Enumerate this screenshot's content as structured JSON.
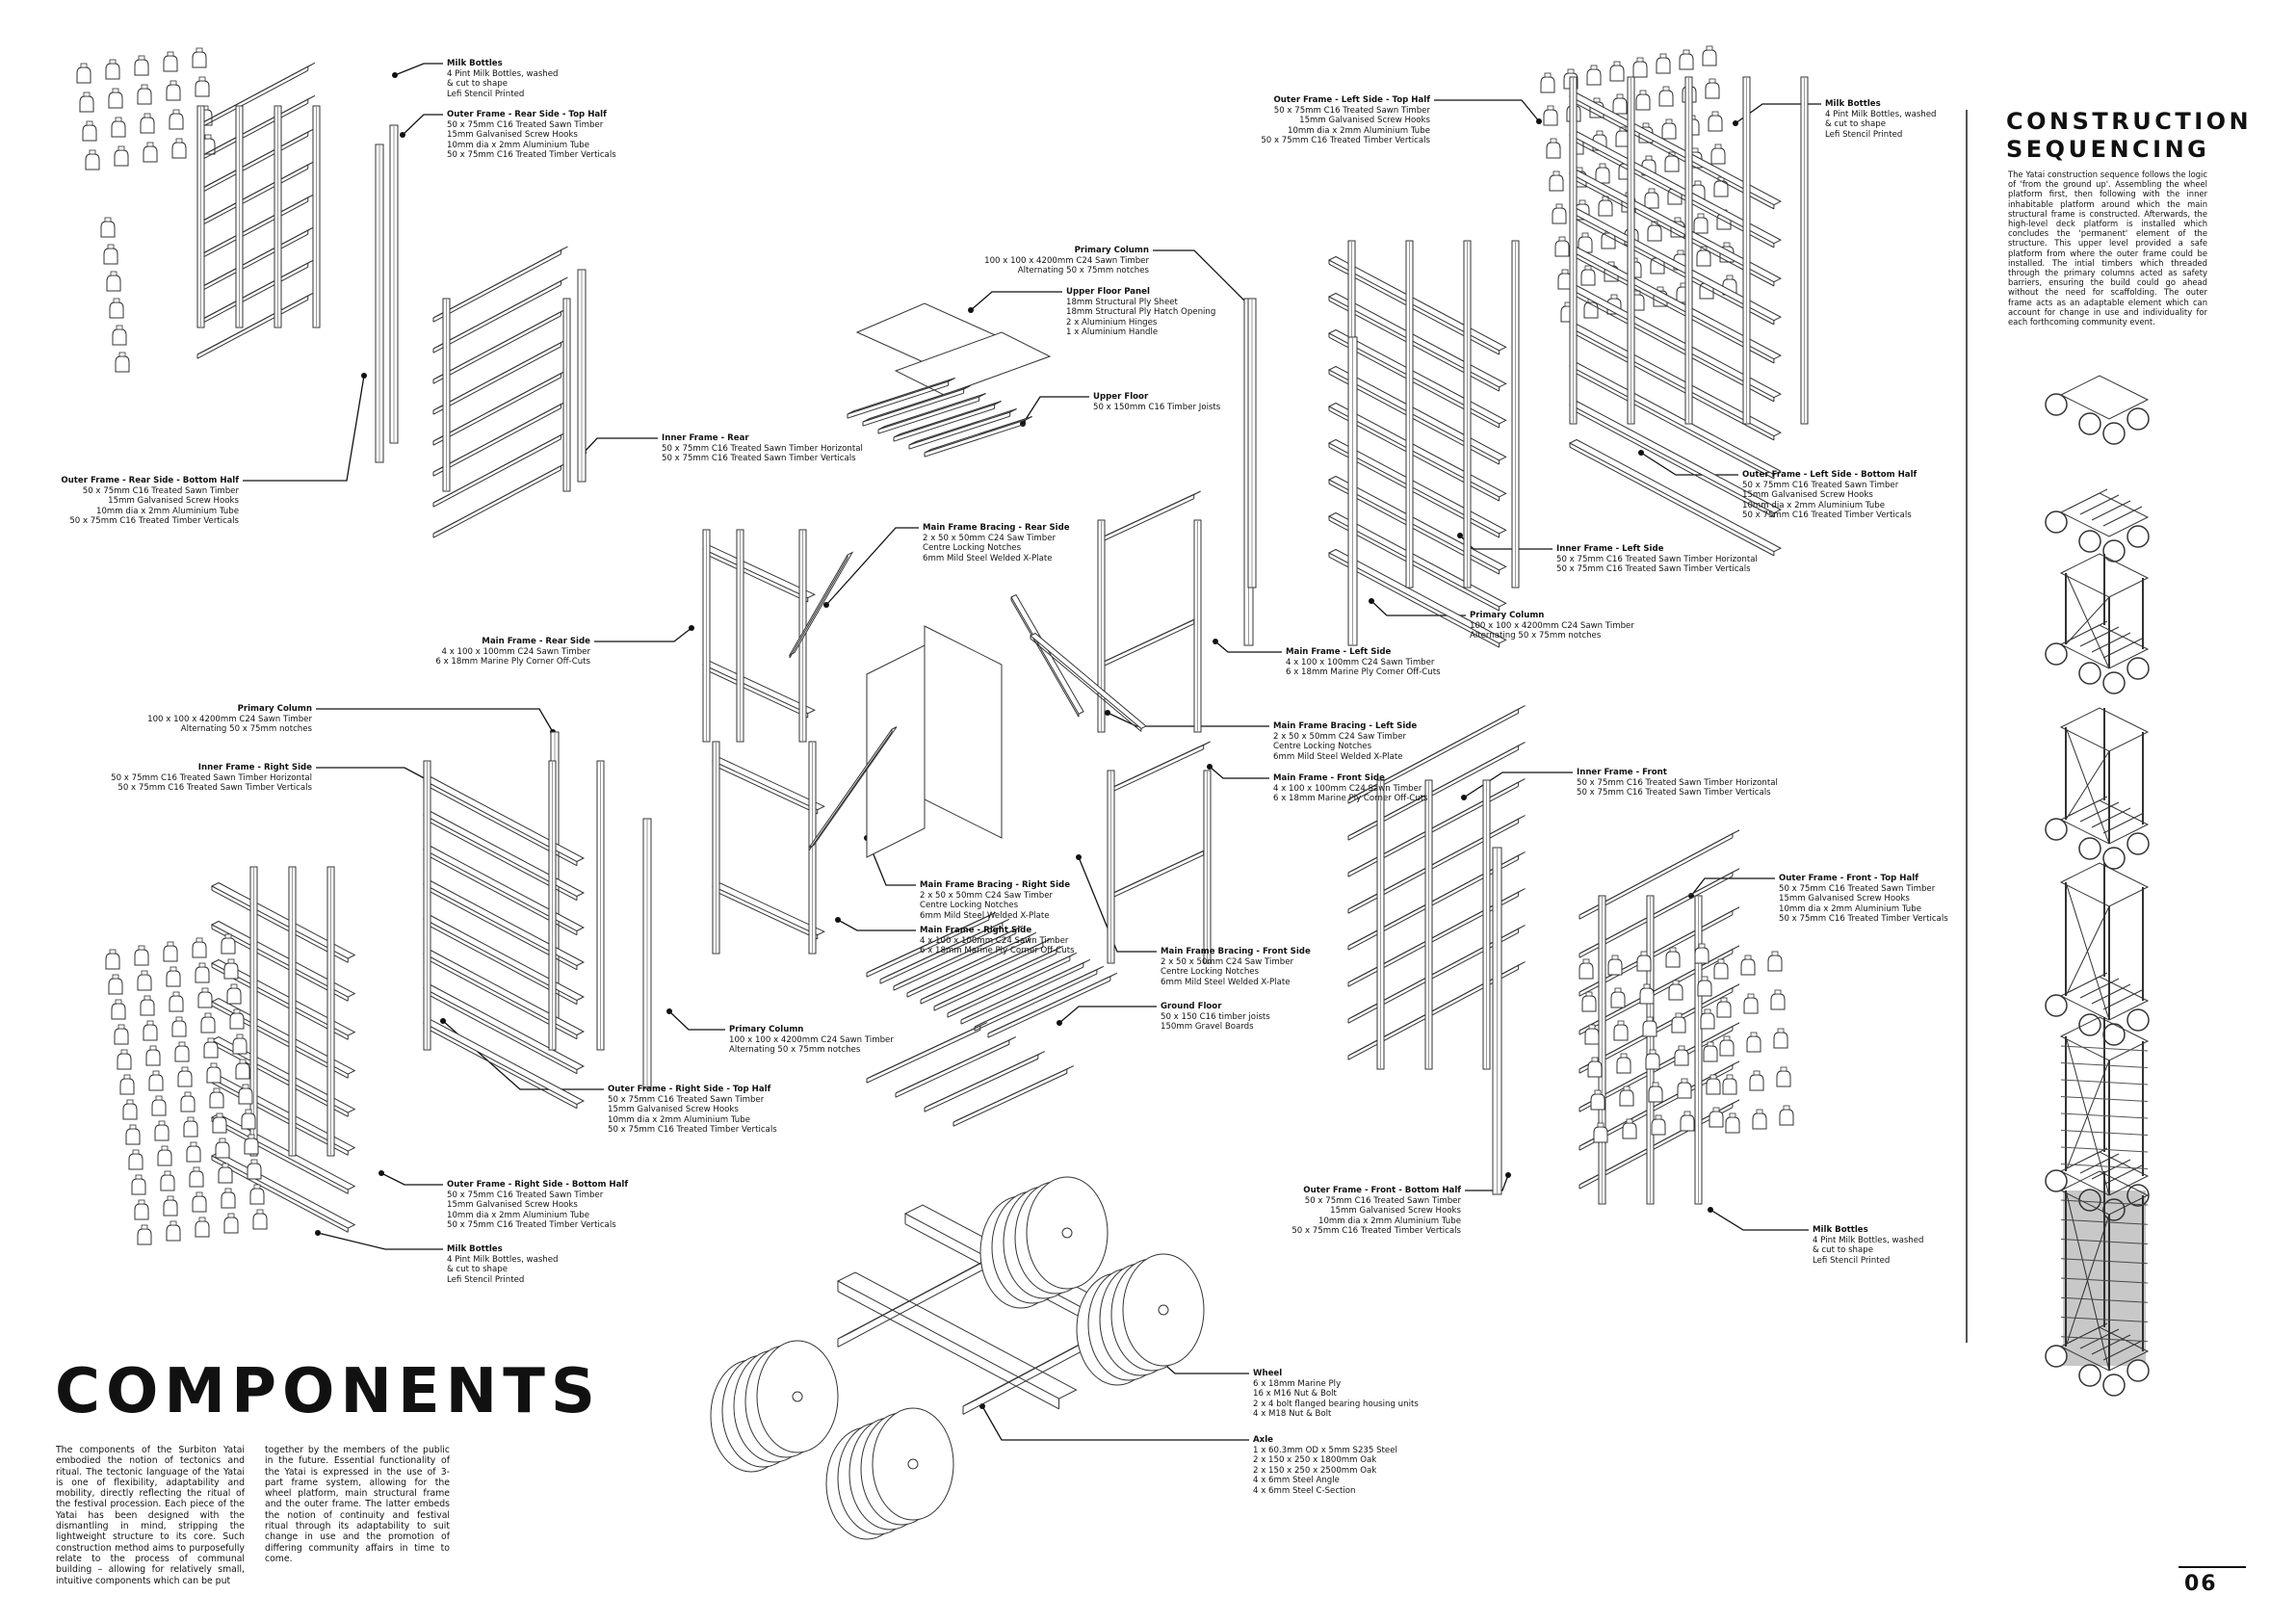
{
  "components": {
    "title": "COMPONENTS",
    "paragraph_1": "The components of the Surbiton Yatai embodied the notion of tectonics and ritual. The tectonic language of the Yatai is one of flexibility, adaptability and mobility, directly reflecting the ritual of the festival procession. Each piece of the Yatai has been designed with the dismantling in mind, stripping the lightweight structure to its core. Such construction method aims to purposefully relate to the process of communal building – allowing for relatively small, intuitive components which can be put",
    "paragraph_2": "together by the members of the public in the future. Essential functionality of the Yatai is expressed in the use of 3-part frame system, allowing for the wheel platform, main structural frame and the outer frame. The latter embeds the notion of continuity and festival ritual through its adaptability to suit change in use and the promotion of differing community affairs in time to come."
  },
  "sequencing": {
    "title_line1": "CONSTRUCTION",
    "title_line2": "SEQUENCING",
    "paragraph": "The Yatai construction sequence follows the logic of 'from the ground up'. Assembling the wheel platform first, then following with the inner inhabitable platform around which the main structural frame is constructed. Afterwards, the high-level deck platform is installed which concludes the 'permanent' element of the structure. This upper level provided a safe platform from where the outer frame could be installed. The intial timbers which threaded through the primary columns acted as safety barriers, ensuring the build could go ahead without the need for scaffolding. The outer frame acts as an adaptable element which can account for change in use and individuality for each forthcoming community event.",
    "steps": 7
  },
  "page_number": "06",
  "labels": [
    {
      "title": "Milk Bottles",
      "lines": [
        "4 Pint Milk Bottles, washed",
        "& cut to shape",
        "Lefi Stencil Printed"
      ]
    },
    {
      "title": "Outer Frame - Rear Side - Top Half",
      "lines": [
        "50 x 75mm C16 Treated Sawn Timber",
        "15mm Galvanised Screw Hooks",
        "10mm dia x 2mm Aluminium Tube",
        "50 x 75mm C16 Treated Timber Verticals"
      ]
    },
    {
      "title": "Outer Frame - Rear Side - Bottom Half",
      "lines": [
        "50 x 75mm C16 Treated Sawn Timber",
        "15mm Galvanised Screw Hooks",
        "10mm dia x 2mm Aluminium Tube",
        "50 x 75mm C16 Treated Timber Verticals"
      ]
    },
    {
      "title": "Inner Frame - Rear",
      "lines": [
        "50 x 75mm C16 Treated Sawn Timber Horizontal",
        "50 x 75mm C16 Treated Sawn Timber Verticals"
      ]
    },
    {
      "title": "Primary Column",
      "lines": [
        "100 x 100 x 4200mm C24 Sawn Timber",
        "Alternating 50 x 75mm notches"
      ]
    },
    {
      "title": "Upper Floor Panel",
      "lines": [
        "18mm Structural Ply Sheet",
        "18mm Structural Ply Hatch Opening",
        "2 x Aluminium Hinges",
        "1 x Aluminium Handle"
      ]
    },
    {
      "title": "Upper Floor",
      "lines": [
        "50 x 150mm C16 Timber Joists"
      ]
    },
    {
      "title": "Main Frame Bracing - Rear Side",
      "lines": [
        "2 x 50 x 50mm C24 Saw Timber",
        "Centre Locking Notches",
        "6mm Mild Steel Welded X-Plate"
      ]
    },
    {
      "title": "Main Frame - Rear Side",
      "lines": [
        "4 x 100 x 100mm C24 Sawn Timber",
        "6 x  18mm Marine Ply Corner Off-Cuts"
      ]
    },
    {
      "title": "Primary Column",
      "lines": [
        "100 x 100 x 4200mm C24 Sawn Timber",
        "Alternating 50 x 75mm notches"
      ]
    },
    {
      "title": "Inner Frame - Right Side",
      "lines": [
        "50 x 75mm C16 Treated Sawn Timber Horizontal",
        "50 x 75mm C16 Treated Sawn Timber Verticals"
      ]
    },
    {
      "title": "Outer Frame - Left Side - Top Half",
      "lines": [
        "50 x 75mm C16 Treated Sawn Timber",
        "15mm Galvanised Screw Hooks",
        "10mm dia x 2mm Aluminium Tube",
        "50 x 75mm C16 Treated Timber Verticals"
      ]
    },
    {
      "title": "Milk Bottles",
      "lines": [
        "4 Pint Milk Bottles, washed",
        "& cut to shape",
        "Lefi Stencil Printed"
      ]
    },
    {
      "title": "Outer Frame - Left Side - Bottom Half",
      "lines": [
        "50 x 75mm C16 Treated Sawn Timber",
        "15mm Galvanised Screw Hooks",
        "10mm dia x 2mm Aluminium Tube",
        "50 x 75mm C16 Treated Timber Verticals"
      ]
    },
    {
      "title": "Inner Frame - Left Side",
      "lines": [
        "50 x 75mm C16 Treated Sawn Timber Horizontal",
        "50 x 75mm C16 Treated Sawn Timber Verticals"
      ]
    },
    {
      "title": "Primary Column",
      "lines": [
        "100 x 100 x 4200mm C24 Sawn Timber",
        "Alternating 50 x 75mm notches"
      ]
    },
    {
      "title": "Main Frame - Left Side",
      "lines": [
        "4 x 100 x 100mm C24 Sawn Timber",
        "6 x  18mm Marine Ply Corner Off-Cuts"
      ]
    },
    {
      "title": "Main Frame Bracing - Left Side",
      "lines": [
        "2 x 50 x 50mm C24 Saw Timber",
        "Centre Locking Notches",
        "6mm Mild Steel Welded X-Plate"
      ]
    },
    {
      "title": "Main Frame - Front Side",
      "lines": [
        "4 x 100 x 100mm C24 Sawn Timber",
        "6 x  18mm Marine Ply Corner Off-Cuts"
      ]
    },
    {
      "title": "Inner Frame - Front",
      "lines": [
        "50 x 75mm C16 Treated Sawn Timber Horizontal",
        "50 x 75mm C16 Treated Sawn Timber Verticals"
      ]
    },
    {
      "title": "Outer Frame - Front - Top Half",
      "lines": [
        "50 x 75mm C16 Treated Sawn Timber",
        "15mm Galvanised Screw Hooks",
        "10mm dia x 2mm Aluminium Tube",
        "50 x 75mm C16 Treated Timber Verticals"
      ]
    },
    {
      "title": "Main Frame Bracing - Right Side",
      "lines": [
        "2 x 50 x 50mm C24 Saw Timber",
        "Centre Locking Notches",
        "6mm Mild Steel Welded X-Plate"
      ]
    },
    {
      "title": "Main Frame - Right Side",
      "lines": [
        "4 x 100 x 100mm C24 Sawn Timber",
        "6 x  18mm Marine Ply Corner Off-Cuts"
      ]
    },
    {
      "title": "Main Frame Bracing - Front Side",
      "lines": [
        "2 x 50 x 50mm C24 Saw Timber",
        "Centre Locking Notches",
        "6mm Mild Steel Welded X-Plate"
      ]
    },
    {
      "title": "Ground Floor",
      "lines": [
        "50 x 150 C16 timber joists",
        "150mm Gravel Boards"
      ]
    },
    {
      "title": "Primary Column",
      "lines": [
        "100 x 100 x 4200mm C24 Sawn Timber",
        "Alternating 50 x 75mm notches"
      ]
    },
    {
      "title": "Outer Frame - Right Side - Top Half",
      "lines": [
        "50 x 75mm C16 Treated Sawn Timber",
        "15mm Galvanised Screw Hooks",
        "10mm dia x 2mm Aluminium Tube",
        "50 x 75mm C16 Treated Timber Verticals"
      ]
    },
    {
      "title": "Outer Frame - Right Side - Bottom Half",
      "lines": [
        "50 x 75mm C16 Treated Sawn Timber",
        "15mm Galvanised Screw Hooks",
        "10mm dia x 2mm Aluminium Tube",
        "50 x 75mm C16 Treated Timber Verticals"
      ]
    },
    {
      "title": "Milk Bottles",
      "lines": [
        "4 Pint Milk Bottles, washed",
        "& cut to shape",
        "Lefi Stencil Printed"
      ]
    },
    {
      "title": "Outer Frame - Front - Bottom Half",
      "lines": [
        "50 x 75mm C16 Treated Sawn Timber",
        "15mm Galvanised Screw Hooks",
        "10mm dia x 2mm Aluminium Tube",
        "50 x 75mm C16 Treated Timber Verticals"
      ]
    },
    {
      "title": "Milk Bottles",
      "lines": [
        "4 Pint Milk Bottles, washed",
        "& cut to shape",
        "Lefi Stencil Printed"
      ]
    },
    {
      "title": "Wheel",
      "lines": [
        "6 x 18mm Marine Ply",
        "16 x M16 Nut & Bolt",
        "2 x 4 bolt flanged bearing housing units",
        "4 x M18 Nut & Bolt"
      ]
    },
    {
      "title": "Axle",
      "lines": [
        "1 x 60.3mm OD x 5mm S235 Steel",
        "2 x 150 x 250 x 1800mm Oak",
        "2 x 150 x 250 x 2500mm Oak",
        "4 x 6mm Steel Angle",
        "4 x 6mm Steel C-Section"
      ]
    }
  ]
}
